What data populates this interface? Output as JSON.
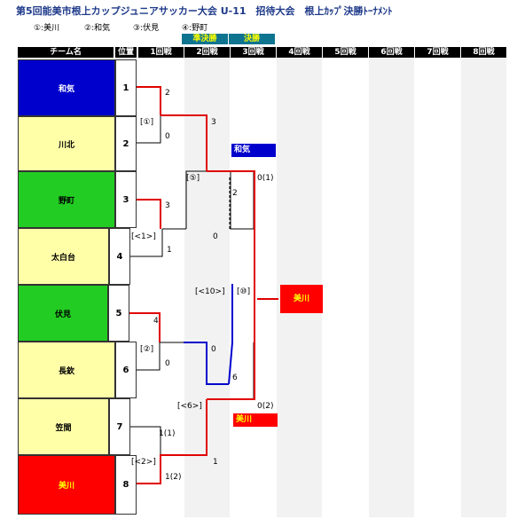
{
  "title": "第5回能美市根上カップジュニアサッカー大会 U-11　招待大会　根上ｶｯﾌﾟ決勝ﾄｰﾅﾒﾝﾄ",
  "legend": [
    "①:美川",
    "②:和気",
    "③:伏見",
    "④:野町"
  ],
  "stages": {
    "semifinal": "準決勝",
    "final": "決勝"
  },
  "header": {
    "team": "チーム名",
    "seed": "位置",
    "rounds": [
      "1回戦",
      "2回戦",
      "3回戦",
      "4回戦",
      "5回戦",
      "6回戦",
      "7回戦",
      "8回戦"
    ]
  },
  "teams": [
    {
      "name": "和気",
      "seed": "1",
      "color": "#0000cc",
      "text_color": "#ffffff"
    },
    {
      "name": "川北",
      "seed": "2",
      "color": "#ffffa8",
      "text_color": "#000000"
    },
    {
      "name": "野町",
      "seed": "3",
      "color": "#22cc22",
      "text_color": "#000000"
    },
    {
      "name": "太白台",
      "seed": "4",
      "color": "#ffffa8",
      "text_color": "#000000"
    },
    {
      "name": "伏見",
      "seed": "5",
      "color": "#22cc22",
      "text_color": "#000000"
    },
    {
      "name": "長欽",
      "seed": "6",
      "color": "#ffffa8",
      "text_color": "#000000"
    },
    {
      "name": "笠間",
      "seed": "7",
      "color": "#ffffa8",
      "text_color": "#000000"
    },
    {
      "name": "美川",
      "seed": "8",
      "color": "#ff0000",
      "text_color": "#ffff00"
    }
  ],
  "scores": {
    "m1_top": "2",
    "m1_bottom": "0",
    "m1_id": "[①]",
    "m2_top": "3",
    "m2_bottom": "1",
    "m2_id": "[<1>]",
    "m3_top": "4",
    "m3_bottom": "0",
    "m3_id": "[②]",
    "m4_top": "1(1)",
    "m4_bottom": "1(2)",
    "m4_id": "[<2>]",
    "m5_top": "3",
    "m5_bottom": "2",
    "m5_id": "[⑤]",
    "m6_top": "0",
    "m6_bottom": "6",
    "m6_id": "[<6>]",
    "m7_top": "0",
    "m7_bottom": "0",
    "m7_id": "[<10>]",
    "sf1_top": "0(1)",
    "sf2_bottom": "0(2)",
    "f_id": "[⑩]",
    "bottom_r2": "1"
  },
  "semi_winners": {
    "top": "和気",
    "bottom": "美川"
  },
  "champion": "美川",
  "colors": {
    "red": "#ff0000",
    "blue": "#0000cc",
    "champion_bg": "#ff0000",
    "champion_text": "#ffff00"
  }
}
